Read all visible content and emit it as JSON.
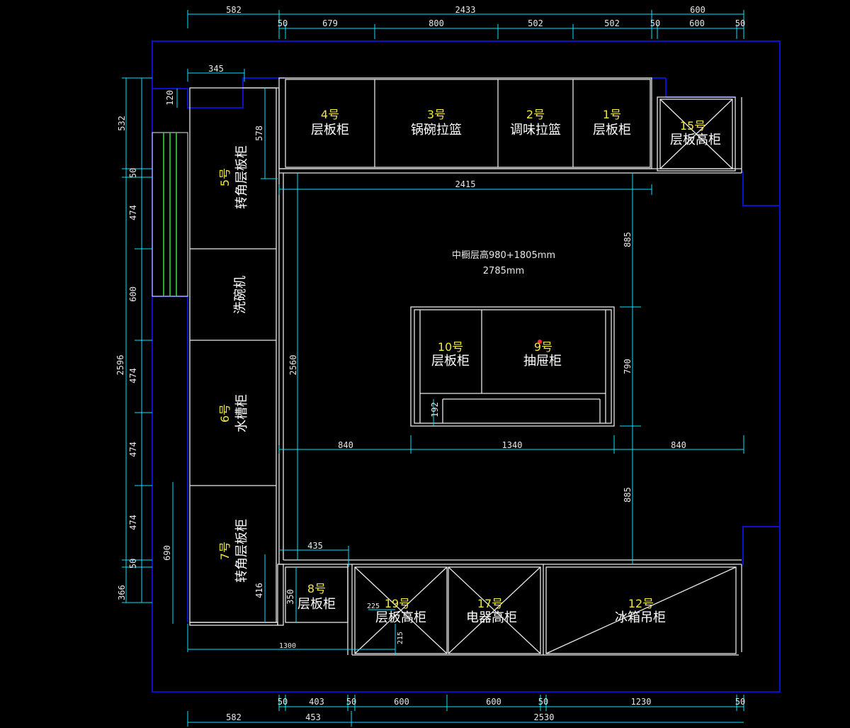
{
  "note": {
    "line1": "中橱层高980+1805mm",
    "line2": "2785mm"
  },
  "cabinets": [
    {
      "num": "4号",
      "name": "层板柜"
    },
    {
      "num": "3号",
      "name": "锅碗拉篮"
    },
    {
      "num": "2号",
      "name": "调味拉篮"
    },
    {
      "num": "1号",
      "name": "层板柜"
    },
    {
      "num": "15号",
      "name": "层板高柜"
    },
    {
      "num": "5号",
      "name": "转角层板柜"
    },
    {
      "num": "",
      "name": "洗碗机"
    },
    {
      "num": "6号",
      "name": "水槽柜"
    },
    {
      "num": "7号",
      "name": "转角层板柜"
    },
    {
      "num": "8号",
      "name": "层板柜"
    },
    {
      "num": "19号",
      "name": "层板高柜"
    },
    {
      "num": "17号",
      "name": "电器高柜"
    },
    {
      "num": "12号",
      "name": "冰箱吊柜"
    },
    {
      "num": "10号",
      "name": "层板柜"
    },
    {
      "num": "9号",
      "name": "抽屉柜"
    }
  ],
  "dims": {
    "top_outer": [
      "582",
      "2433",
      "600"
    ],
    "top_inner": [
      "50",
      "679",
      "800",
      "502",
      "502",
      "50",
      "600",
      "50"
    ],
    "top_small": [
      "345",
      "120",
      "578"
    ],
    "mid_2415": "2415",
    "left": [
      "532",
      "50",
      "474",
      "600",
      "2596",
      "474",
      "474",
      "474",
      "50",
      "366"
    ],
    "left_690": "690",
    "right_vertical": [
      "885",
      "790",
      "885"
    ],
    "mid_2560": "2560",
    "mid_row": [
      "840",
      "1340",
      "840"
    ],
    "island_192": "192",
    "small": [
      "435",
      "416",
      "350",
      "225",
      "215",
      "1300"
    ],
    "bottom_inner": [
      "50",
      "403",
      "50",
      "600",
      "600",
      "50",
      "1230",
      "50"
    ],
    "bottom_outer": [
      "582",
      "453",
      "2530"
    ]
  }
}
